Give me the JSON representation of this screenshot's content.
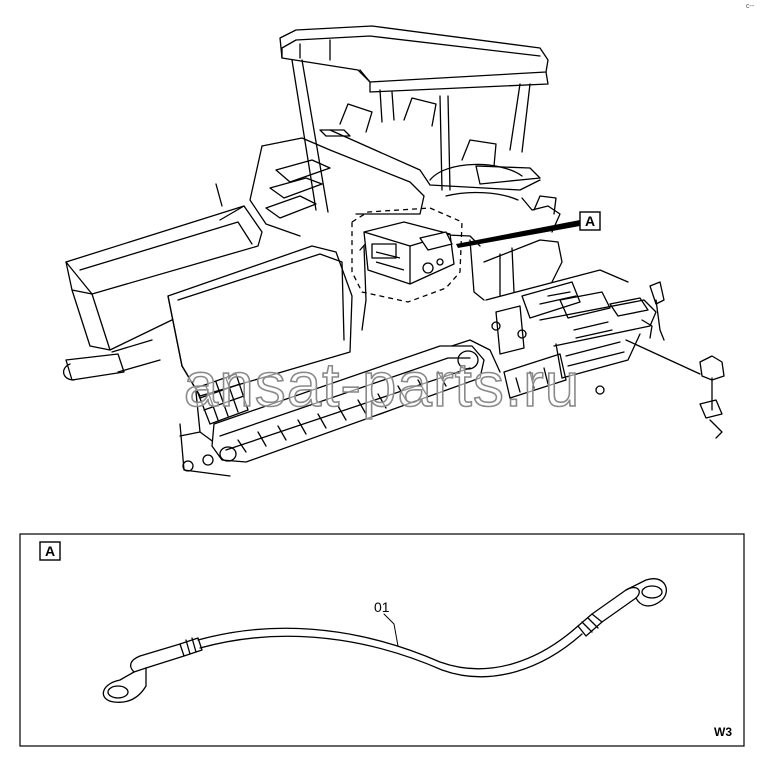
{
  "corner_mark": "c--",
  "callout_overview": "A",
  "detail_callout": "A",
  "part_number": "01",
  "sheet_code": "W3",
  "watermark": "ansat-parts.ru"
}
